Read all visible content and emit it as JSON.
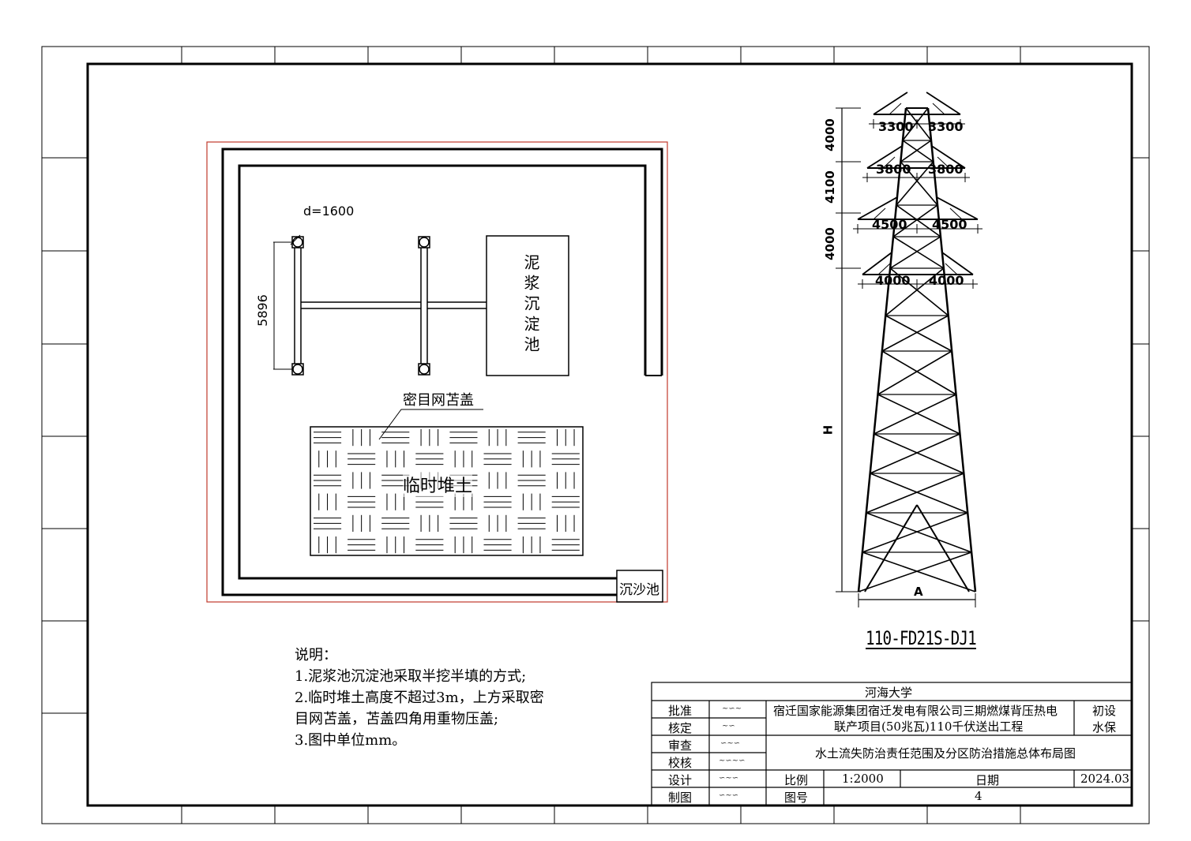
{
  "plan": {
    "diameter_label": "d=1600",
    "span_label": "5896",
    "pond_label": "泥浆沉淀池",
    "net_label": "密目网苫盖",
    "stockpile_label": "临时堆土",
    "sand_trap_label": "沉沙池"
  },
  "tower": {
    "dims_left": [
      "4000",
      "4100",
      "4000"
    ],
    "arms": [
      {
        "left": "3300",
        "right": "3300"
      },
      {
        "left": "3800",
        "right": "3800"
      },
      {
        "left": "4500",
        "right": "4500"
      },
      {
        "left": "4000",
        "right": "4000"
      }
    ],
    "height_label": "H",
    "base_label": "A",
    "model": "110-FD21S-DJ1"
  },
  "notes": {
    "heading": "说明：",
    "line1": "1.泥浆池沉淀池采取半挖半填的方式;",
    "line2": "2.临时堆土高度不超过3m，上方采取密",
    "line3": "目网苫盖，苫盖四角用重物压盖;",
    "line4": "3.图中单位mm。"
  },
  "title_block": {
    "org": "河海大学",
    "project_line1": "宿迁国家能源集团宿迁发电有限公司三期燃煤背压热电",
    "project_line2": "联产项目(50兆瓦)110千伏送出工程",
    "stage1": "初设",
    "stage2": "水保",
    "drawing_title": "水土流失防治责任范围及分区防治措施总体布局图",
    "roles": [
      "批准",
      "核定",
      "审查",
      "校核",
      "设计",
      "制图"
    ],
    "scale_label": "比例",
    "scale_value": "1:2000",
    "drawing_no_label": "图号",
    "drawing_no": "4",
    "date_label": "日期",
    "date_value": "2024.03"
  },
  "colors": {
    "line": "#000000",
    "boundary": "#c0392b"
  }
}
